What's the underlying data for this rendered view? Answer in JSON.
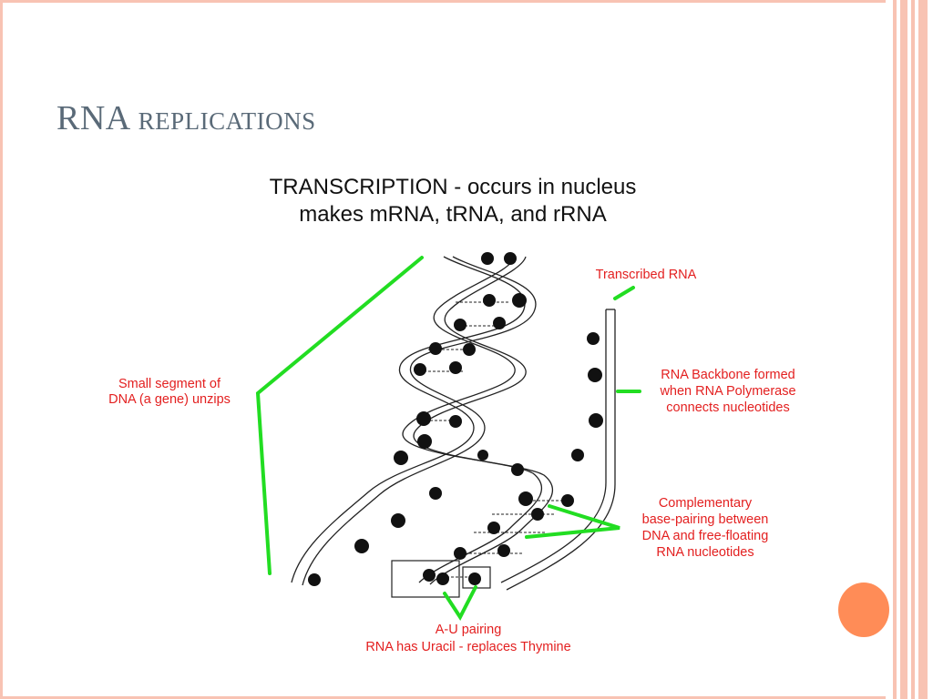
{
  "slide": {
    "title": "RNA replications",
    "accent_color": "#ff8c57",
    "frame_color": "#f8c3b3"
  },
  "diagram": {
    "heading_line1": "TRANSCRIPTION - occurs in nucleus",
    "heading_line2": "makes mRNA, tRNA, and rRNA",
    "label_small_segment_1": "Small segment of",
    "label_small_segment_2": "DNA (a gene) unzips",
    "label_transcribed": "Transcribed RNA",
    "label_backbone_1": "RNA Backbone formed",
    "label_backbone_2": "when RNA Polymerase",
    "label_backbone_3": "connects nucleotides",
    "label_complementary_1": "Complementary",
    "label_complementary_2": "base-pairing between",
    "label_complementary_3": "DNA and free-floating",
    "label_complementary_4": "RNA nucleotides",
    "label_au_1": "A-U pairing",
    "label_au_2": "RNA has Uracil - replaces Thymine",
    "pointer_color": "#22dd22",
    "label_color": "#e32020"
  }
}
